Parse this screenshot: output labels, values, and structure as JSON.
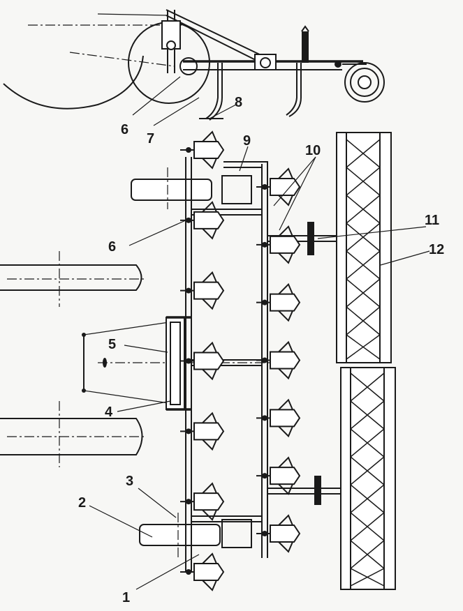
{
  "labels": {
    "l1": "1",
    "l2": "2",
    "l3": "3",
    "l4": "4",
    "l5": "5",
    "l6a": "6",
    "l6b": "6",
    "l7": "7",
    "l8": "8",
    "l9": "9",
    "l10": "10",
    "l11": "11",
    "l12": "12"
  },
  "tines": {
    "rear_row": 7,
    "front_row": 7
  }
}
